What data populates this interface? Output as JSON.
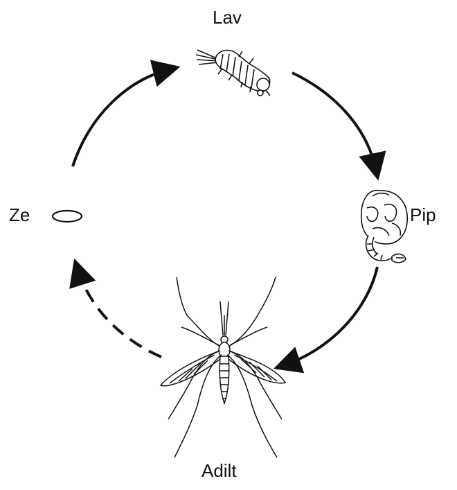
{
  "diagram": {
    "stages": {
      "larva": "Lav",
      "pupa": "Pip",
      "adult": "Adilt",
      "egg": "Ze"
    },
    "colors": {
      "ink": "#111111",
      "background": "#ffffff"
    },
    "arrows": [
      {
        "from": "egg",
        "to": "larva",
        "style": "solid"
      },
      {
        "from": "larva",
        "to": "pupa",
        "style": "solid"
      },
      {
        "from": "pupa",
        "to": "adult",
        "style": "solid"
      },
      {
        "from": "adult",
        "to": "egg",
        "style": "dashed"
      }
    ]
  }
}
